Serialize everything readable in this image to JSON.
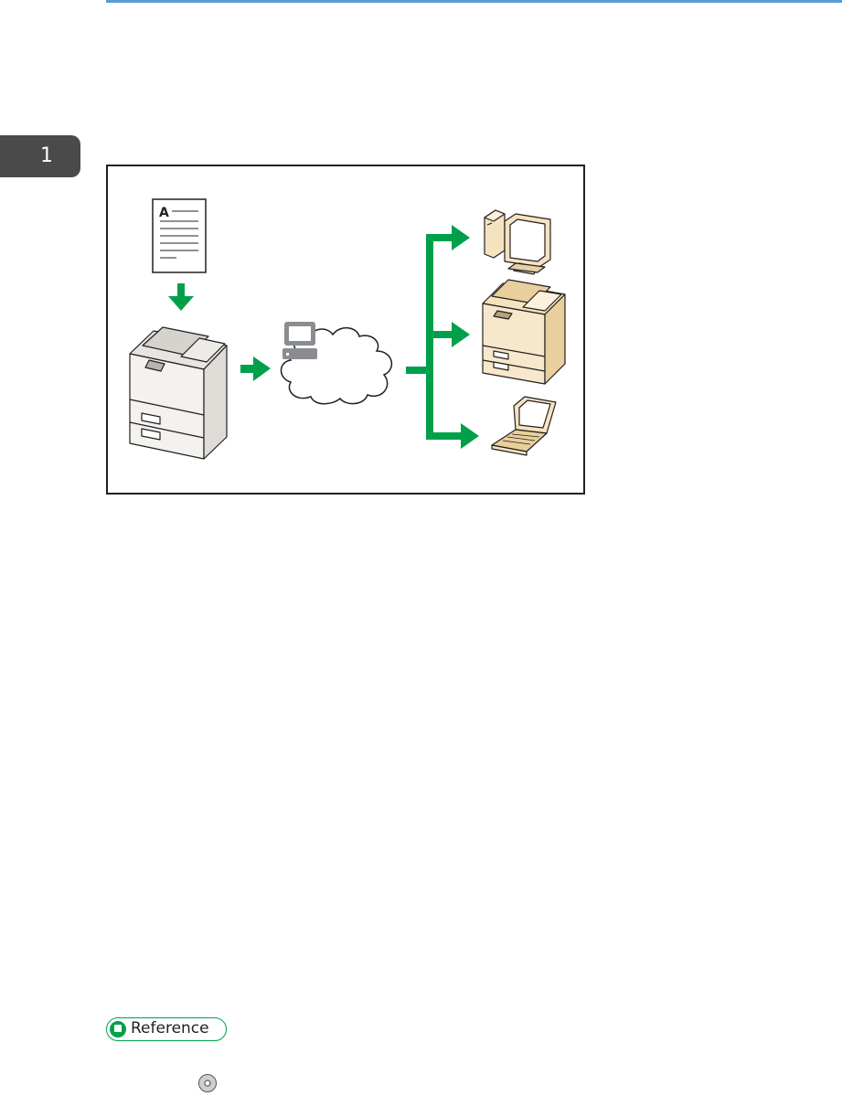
{
  "chapter_tab": {
    "number": "1"
  },
  "figure": {
    "document_letter": "A",
    "colors": {
      "arrow": "#00a04a",
      "frame": "#231f20",
      "device_body": "#f0efea",
      "device_beige": "#f5e3c0",
      "terminal": "#8a8d90",
      "accent_blue": "#5b9bd5"
    }
  },
  "reference": {
    "label": "Reference"
  },
  "icons": {
    "reference_icon": "note-icon",
    "cd_icon": "disc-icon"
  }
}
